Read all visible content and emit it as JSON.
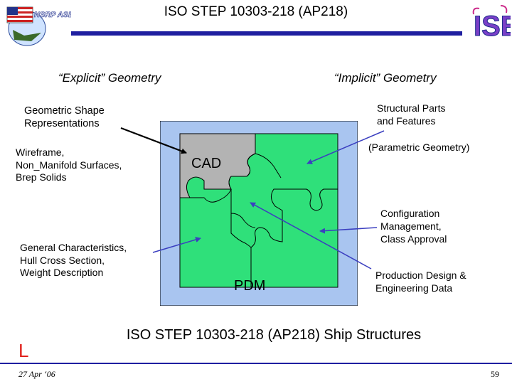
{
  "title": "ISO STEP 10303-218 (AP218)",
  "logos": {
    "left_text": "NSRP ASE",
    "right_text": "ISE"
  },
  "headers": {
    "explicit": "“Explicit” Geometry",
    "implicit": "“Implicit” Geometry"
  },
  "labels": {
    "geometric_shape": [
      "Geometric Shape",
      "Representations"
    ],
    "wireframe": [
      "Wireframe,",
      "Non_Manifold Surfaces,",
      "Brep Solids"
    ],
    "general": [
      "General Characteristics,",
      "Hull Cross Section,",
      "Weight Description"
    ],
    "structural": [
      "Structural Parts",
      "and Features"
    ],
    "parametric": "(Parametric Geometry)",
    "configuration": [
      "Configuration",
      "Management,",
      "Class Approval"
    ],
    "production": [
      "Production Design &",
      "Engineering Data"
    ]
  },
  "puzzle": {
    "cad": "CAD",
    "pdm": "PDM"
  },
  "caption": "ISO STEP 10303-218 (AP218) Ship Structures",
  "footer": {
    "letter": "L",
    "date": "27 Apr ‘06",
    "page": "59"
  },
  "colors": {
    "frame": "#a9c5f0",
    "cad_piece": "#b3b3b3",
    "green_piece": "#2fe07a",
    "rule": "#1f1fa0",
    "letter": "#e0201a"
  }
}
